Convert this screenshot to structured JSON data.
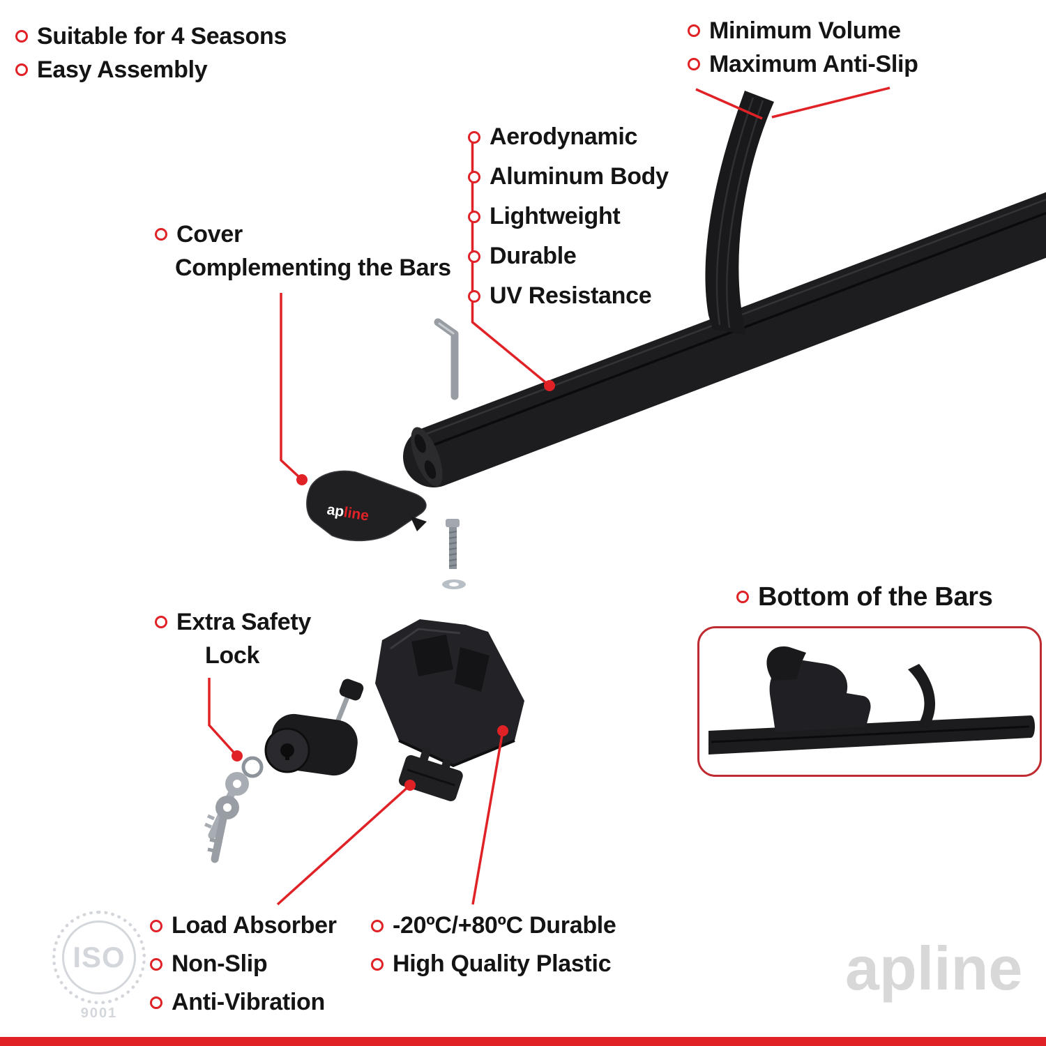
{
  "colors": {
    "accent": "#e02227",
    "product": "#1d1d20",
    "watermark": "#d8d8d8"
  },
  "icons": {
    "bullet": "ring-circle",
    "leader": "red-line-with-dot"
  },
  "top_left": {
    "items": [
      "Suitable for 4 Seasons",
      "Easy Assembly"
    ]
  },
  "top_right": {
    "items": [
      "Minimum Volume",
      "Maximum Anti-Slip"
    ]
  },
  "features": {
    "items": [
      "Aerodynamic",
      "Aluminum Body",
      "Lightweight",
      "Durable",
      "UV Resistance"
    ]
  },
  "cover_label": {
    "line1": "Cover",
    "line2": "Complementing the Bars"
  },
  "lock_label": {
    "line1": "Extra Safety",
    "line2": "Lock"
  },
  "bottom_bars_label": "Bottom of the Bars",
  "bottom_left": {
    "items": [
      "Load Absorber",
      "Non-Slip",
      "Anti-Vibration"
    ]
  },
  "bottom_right": {
    "items": [
      "-20ºC/+80ºC Durable",
      "High Quality Plastic"
    ]
  },
  "brand": {
    "cover_logo_ap": "ap",
    "cover_logo_line": "line",
    "watermark": "apline",
    "iso_text": "ISO",
    "iso_number": "9001"
  }
}
